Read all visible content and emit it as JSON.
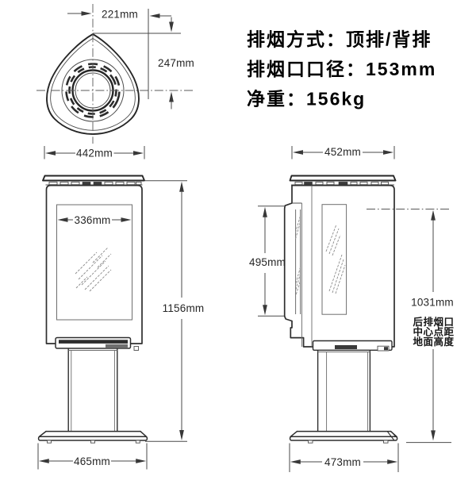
{
  "specs": {
    "exhaust_method": "排烟方式：顶排/背排",
    "outlet_diameter": "排烟口口径：153mm",
    "net_weight": "净重：156kg"
  },
  "top_view": {
    "width": "221mm",
    "depth_to_center": "247mm"
  },
  "front_view": {
    "width": "442mm",
    "glass_width": "336mm",
    "height": "1156mm",
    "base_width": "465mm"
  },
  "side_view": {
    "depth": "452mm",
    "door_glass_height": "495mm",
    "rear_outlet_height": "1031mm",
    "rear_outlet_note_1": "后排烟口",
    "rear_outlet_note_2": "中心点距",
    "rear_outlet_note_3": "地面高度",
    "base_depth": "473mm"
  },
  "colors": {
    "background": "#ffffff",
    "outline": "#2e2e2e",
    "dimension_lines": "#4a4a4a",
    "text": "#161616"
  }
}
